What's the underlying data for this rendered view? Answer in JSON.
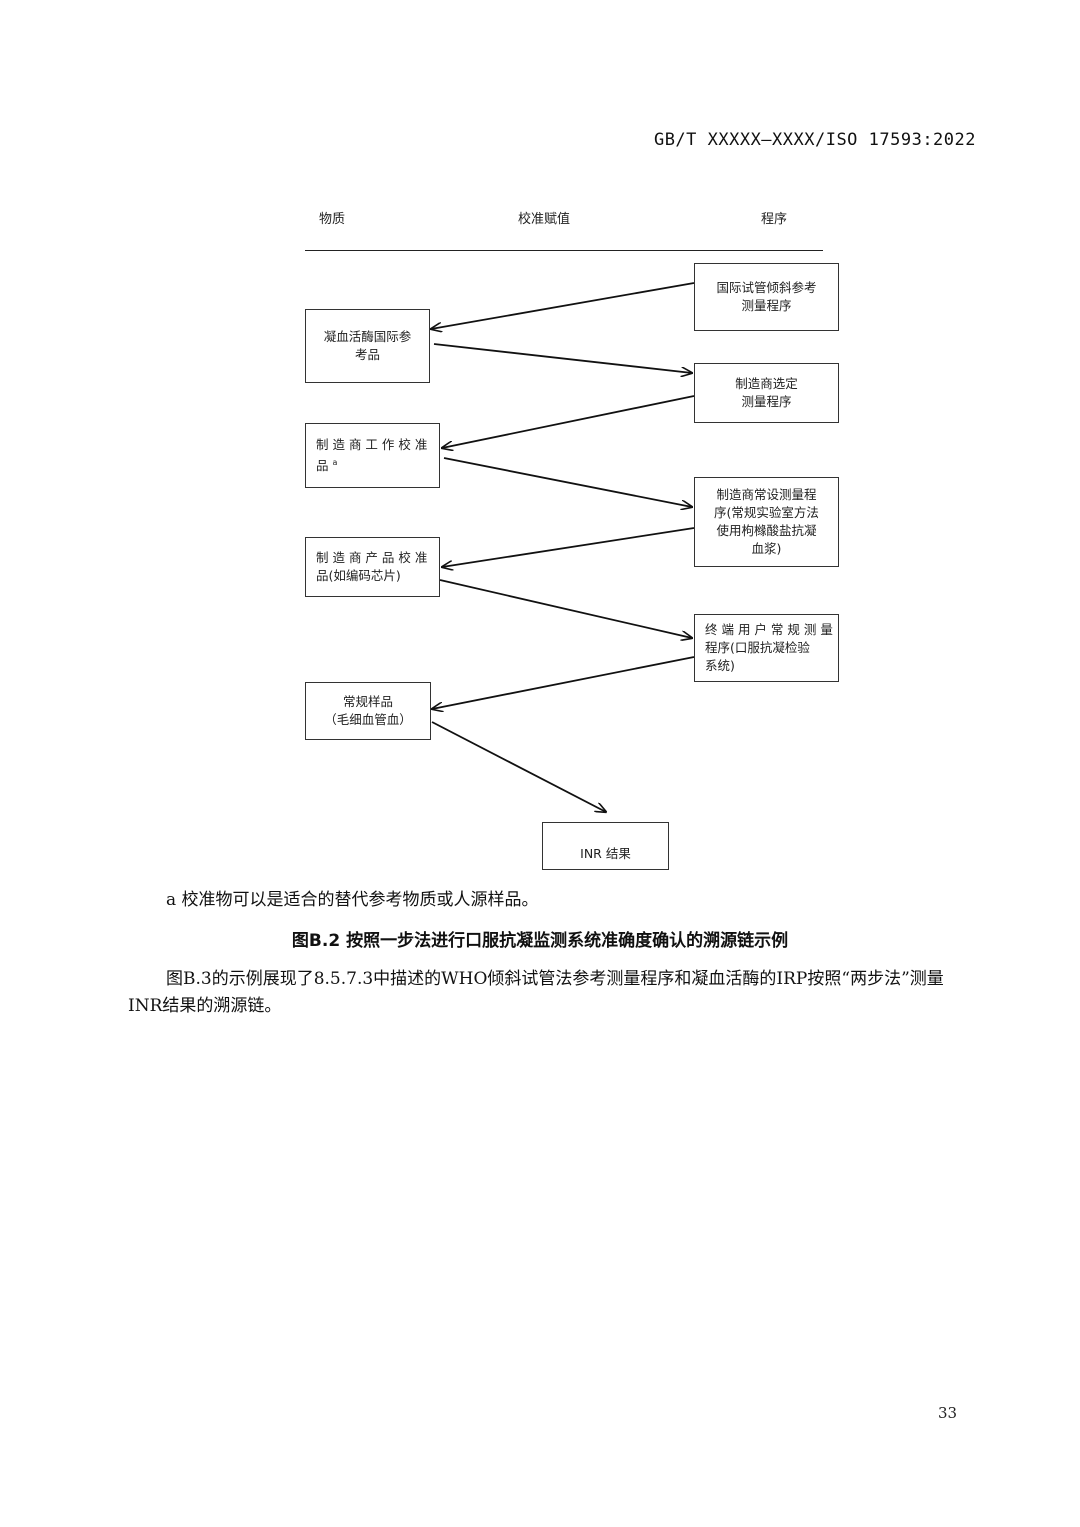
{
  "header": {
    "standard_number": "GB/T XXXXX—XXXX/ISO 17593:2022"
  },
  "figure": {
    "columns": {
      "material": "物质",
      "value_assignment": "校准赋值",
      "procedure": "程序"
    },
    "materials": [
      {
        "lines": [
          "凝血活酶国际参",
          "考品"
        ]
      },
      {
        "lines": [
          "制 造 商 工 作 校 准",
          "品"
        ],
        "footnote_mark": "a"
      },
      {
        "lines": [
          "制 造 商 产 品 校 准",
          "品(如编码芯片)"
        ]
      },
      {
        "lines": [
          "常规样品",
          "（毛细血管血）"
        ]
      }
    ],
    "procedures": [
      {
        "lines": [
          "国际试管倾斜参考",
          "测量程序"
        ]
      },
      {
        "lines": [
          "制造商选定",
          "测量程序"
        ]
      },
      {
        "lines": [
          "制造商常设测量程",
          "序(常规实验室方法",
          "使用枸橼酸盐抗凝",
          "血浆)"
        ]
      },
      {
        "lines": [
          "终 端 用 户 常 规 测 量",
          "程序(口服抗凝检验",
          "系统)"
        ]
      }
    ],
    "result": {
      "label": "INR 结果"
    }
  },
  "footnote": "a 校准物可以是适合的替代参考物质或人源样品。",
  "caption": "图B.2 按照一步法进行口服抗凝监测系统准确度确认的溯源链示例",
  "paragraph": "图B.3的示例展现了8.5.7.3中描述的WHO倾斜试管法参考测量程序和凝血活酶的IRP按照“两步法”测量INR结果的溯源链。",
  "page_number": "33"
}
